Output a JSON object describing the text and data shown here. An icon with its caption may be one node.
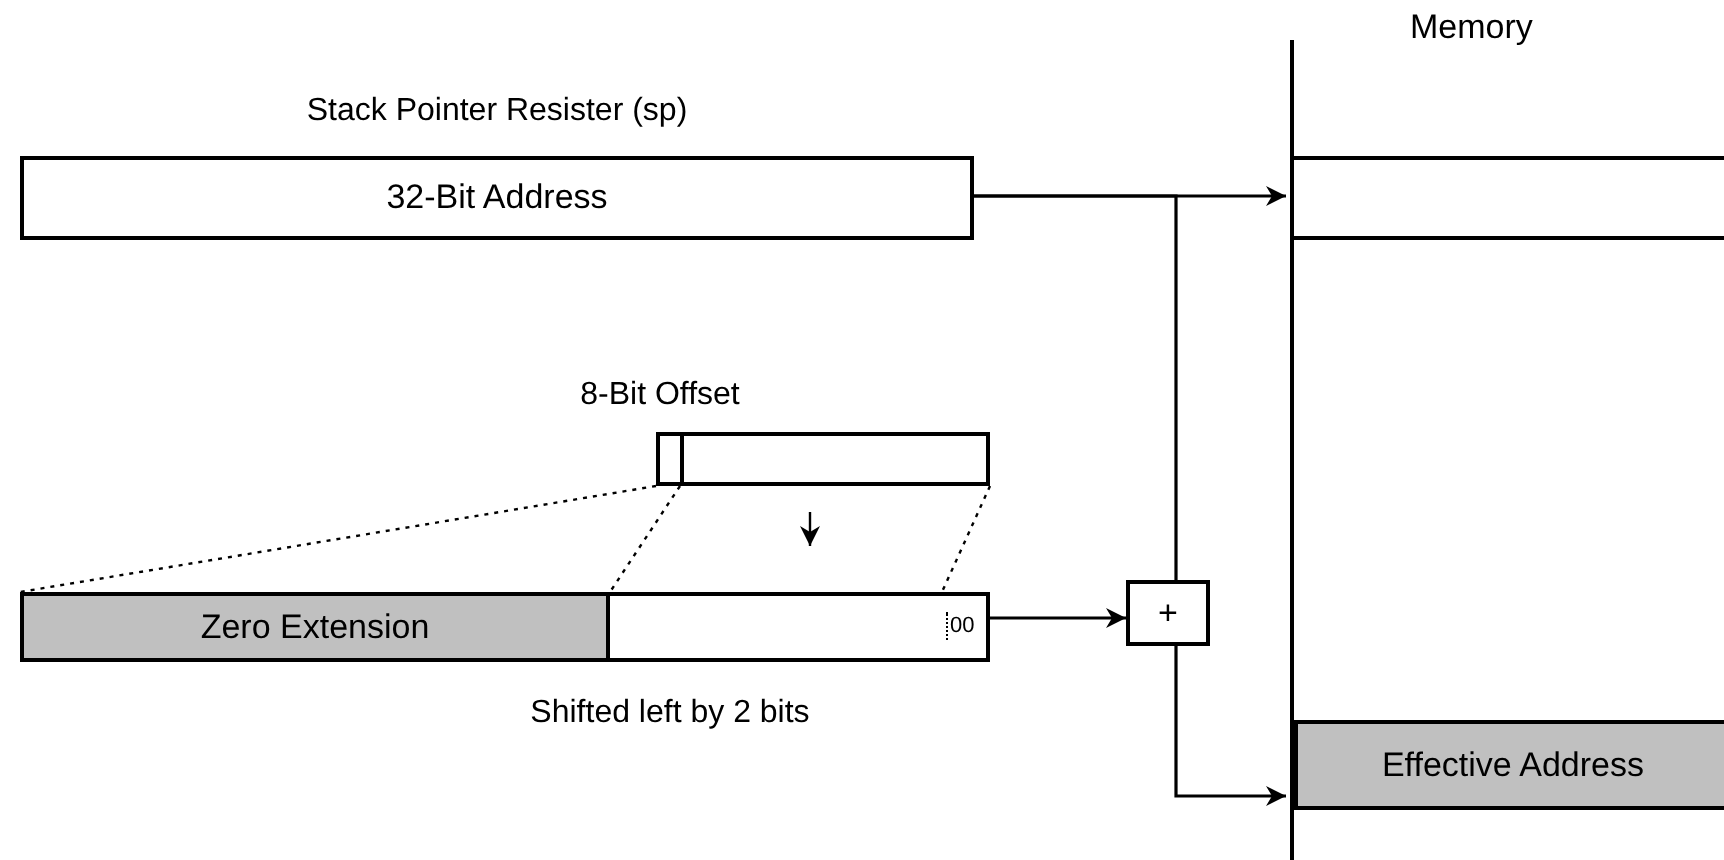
{
  "diagram": {
    "nodes": [
      {
        "text": [
          "Memory"
        ]
      },
      {
        "text": [],
        "shape": "box",
        "in": 0
      },
      {
        "text": [
          "Effective Address"
        ],
        "in": 0
      },
      {
        "text": [
          "Stack Pointer Resister (sp)",
          "32-Bit Address"
        ]
      },
      {
        "text": [
          "8-Bit Offset"
        ]
      },
      {
        "text": [
          "Zero Extension",
          "00"
        ]
      },
      {
        "text": [
          "+"
        ]
      }
    ],
    "edges": [
      {
        "from": 3,
        "to": 1,
        "arrow": "to"
      },
      {
        "from": 3,
        "to": 6,
        "arrow": "none"
      },
      {
        "from": 4,
        "to": 5,
        "arrow": "to"
      },
      {
        "from": 5,
        "to": 6,
        "arrow": "to"
      },
      {
        "from": 6,
        "to": 2,
        "arrow": "to"
      },
      {
        "from": 4,
        "to": 5,
        "arrow": "none",
        "style": "dashed"
      },
      {
        "from": 4,
        "to": 5,
        "arrow": "none",
        "style": "dashed"
      },
      {
        "from": 4,
        "to": 5,
        "arrow": "none",
        "style": "dashed"
      }
    ],
    "labels": [
      "Shifted left by 2 bits"
    ]
  }
}
